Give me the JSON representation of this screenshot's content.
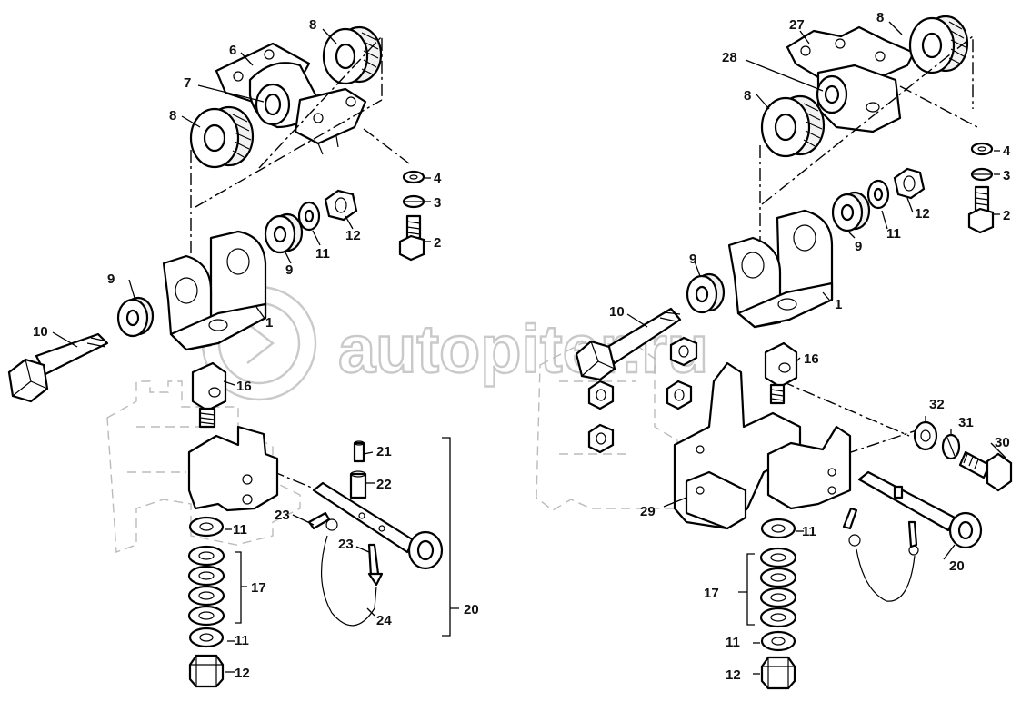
{
  "watermark": {
    "text": "autopiter.ru"
  },
  "callouts": {
    "left": {
      "n6": "6",
      "n8a": "8",
      "n7": "7",
      "n8b": "8",
      "n4": "4",
      "n3": "3",
      "n2": "2",
      "n12a": "12",
      "n11a": "11",
      "n9a": "9",
      "n9b": "9",
      "n10": "10",
      "n1": "1",
      "n16": "16",
      "n21": "21",
      "n22": "22",
      "n23a": "23",
      "n23b": "23",
      "n24": "24",
      "n20": "20",
      "n11b": "11",
      "n17": "17",
      "n11c": "11",
      "n12b": "12"
    },
    "right": {
      "n27": "27",
      "n8a": "8",
      "n28": "28",
      "n8b": "8",
      "n4": "4",
      "n3": "3",
      "n2": "2",
      "n12a": "12",
      "n11a": "11",
      "n9a": "9",
      "n1": "1",
      "n9b": "9",
      "n10": "10",
      "n16": "16",
      "n32": "32",
      "n31": "31",
      "n30": "30",
      "n29": "29",
      "n20": "20",
      "n11b": "11",
      "n17": "17",
      "n11c": "11",
      "n12b": "12"
    }
  }
}
